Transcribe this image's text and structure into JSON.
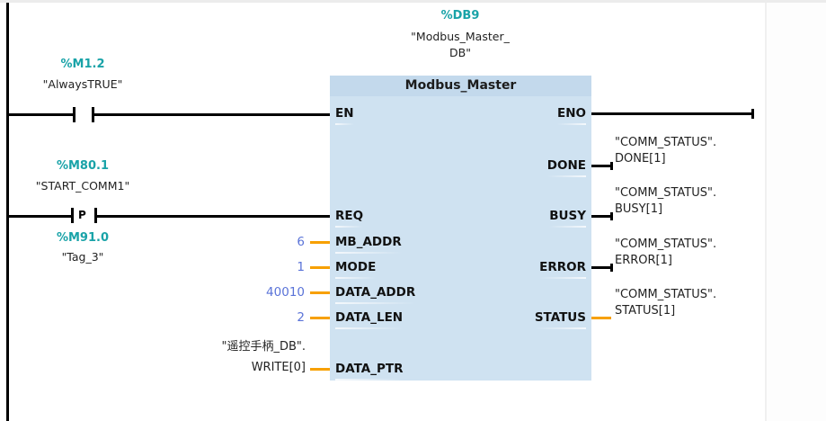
{
  "network": {
    "instance_db": {
      "address": "%DB9",
      "name_line1": "\"Modbus_Master_",
      "name_line2": "DB\""
    },
    "contacts": [
      {
        "address": "%M1.2",
        "name": "\"AlwaysTRUE\"",
        "type": "NO",
        "label": ""
      },
      {
        "address": "%M80.1",
        "name": "\"START_COMM1\"",
        "type": "P",
        "label": "P",
        "edge_address": "%M91.0",
        "edge_name": "\"Tag_3\""
      }
    ],
    "block": {
      "title": "Modbus_Master",
      "inputs": [
        {
          "pin": "EN",
          "value": ""
        },
        {
          "pin": "REQ",
          "value": ""
        },
        {
          "pin": "MB_ADDR",
          "value": "6"
        },
        {
          "pin": "MODE",
          "value": "1"
        },
        {
          "pin": "DATA_ADDR",
          "value": "40010"
        },
        {
          "pin": "DATA_LEN",
          "value": "2"
        },
        {
          "pin": "DATA_PTR",
          "value_line1": "\"遥控手柄_DB\".",
          "value_line2": "WRITE[0]"
        }
      ],
      "outputs": [
        {
          "pin": "ENO"
        },
        {
          "pin": "DONE",
          "var_line1": "\"COMM_STATUS\".",
          "var_line2": "DONE[1]"
        },
        {
          "pin": "BUSY",
          "var_line1": "\"COMM_STATUS\".",
          "var_line2": "BUSY[1]"
        },
        {
          "pin": "ERROR",
          "var_line1": "\"COMM_STATUS\".",
          "var_line2": "ERROR[1]"
        },
        {
          "pin": "STATUS",
          "var_line1": "\"COMM_STATUS\".",
          "var_line2": "STATUS[1]"
        }
      ]
    }
  },
  "colors": {
    "address": "#19a3a8",
    "constant": "#5a73d8",
    "block_fill": "#cfe2f1",
    "wire_bool": "#000000",
    "wire_word": "#f7a000"
  }
}
